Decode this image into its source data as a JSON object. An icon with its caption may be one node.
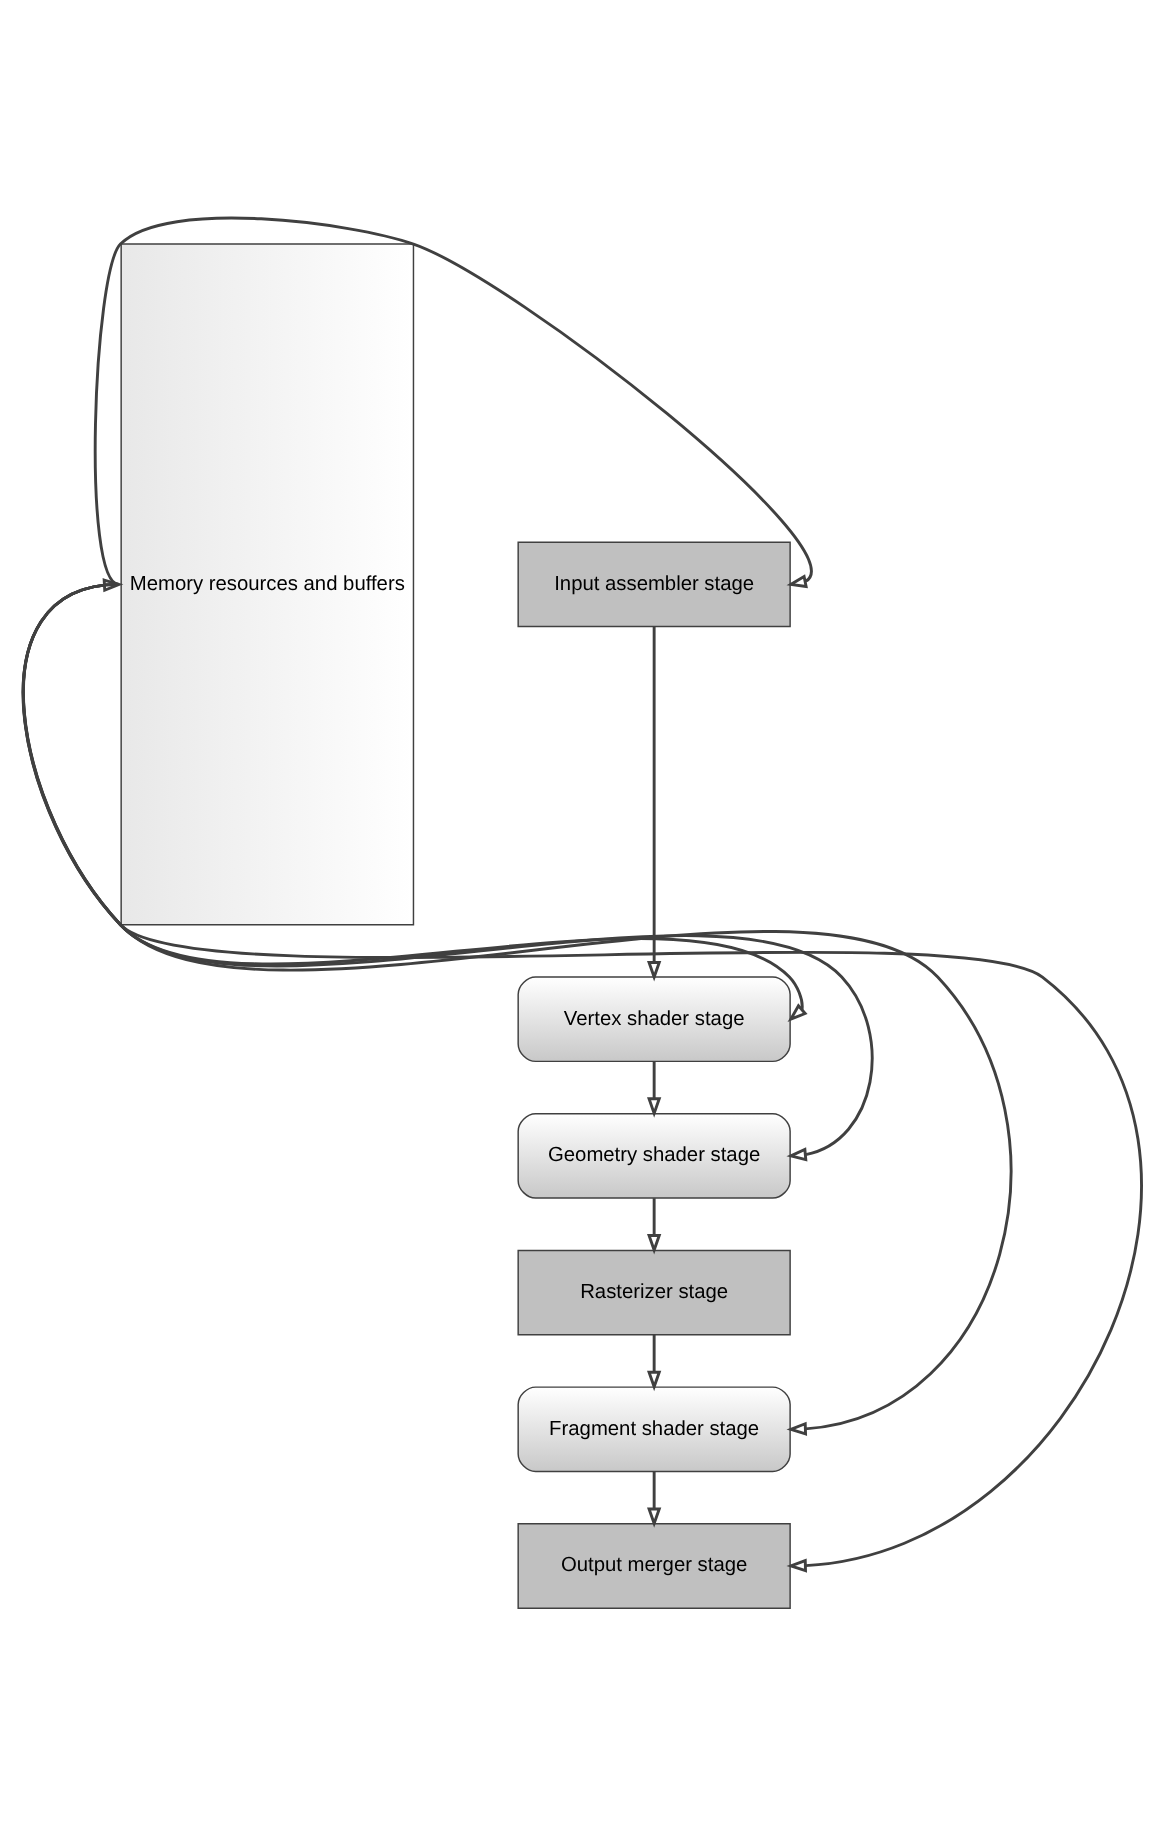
{
  "diagram": {
    "nodes": [
      {
        "text": [
          "Memory resources and buffers"
        ]
      },
      {
        "text": [
          "Input assembler stage"
        ]
      },
      {
        "text": [
          "Vertex shader stage"
        ]
      },
      {
        "text": [
          "Geometry shader stage"
        ]
      },
      {
        "text": [
          "Rasterizer stage"
        ]
      },
      {
        "text": [
          "Fragment shader stage"
        ]
      },
      {
        "text": [
          "Output merger stage"
        ]
      }
    ],
    "edges": [
      {
        "from": 0,
        "to": 1,
        "arrow": "to"
      },
      {
        "from": 1,
        "to": 2,
        "arrow": "to"
      },
      {
        "from": 0,
        "to": 2,
        "arrow": "to"
      },
      {
        "from": 2,
        "to": 3,
        "arrow": "to"
      },
      {
        "from": 0,
        "to": 3,
        "arrow": "to"
      },
      {
        "from": 3,
        "to": 4,
        "arrow": "to"
      },
      {
        "from": 4,
        "to": 5,
        "arrow": "to"
      },
      {
        "from": 0,
        "to": 5,
        "arrow": "to"
      },
      {
        "from": 5,
        "to": 6,
        "arrow": "to"
      },
      {
        "from": 6,
        "to": 0,
        "arrow": "both"
      }
    ]
  }
}
